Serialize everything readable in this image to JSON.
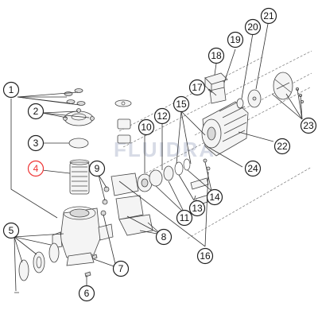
{
  "watermark": "FLUIDRA",
  "callouts": [
    {
      "label": "1"
    },
    {
      "label": "2"
    },
    {
      "label": "3"
    },
    {
      "label": "4"
    },
    {
      "label": "5"
    },
    {
      "label": "6"
    },
    {
      "label": "7"
    },
    {
      "label": "8"
    },
    {
      "label": "9"
    },
    {
      "label": "10"
    },
    {
      "label": "11"
    },
    {
      "label": "12"
    },
    {
      "label": "13"
    },
    {
      "label": "14"
    },
    {
      "label": "15"
    },
    {
      "label": "16"
    },
    {
      "label": "17"
    },
    {
      "label": "18"
    },
    {
      "label": "19"
    },
    {
      "label": "20"
    },
    {
      "label": "21"
    },
    {
      "label": "22"
    },
    {
      "label": "23"
    },
    {
      "label": "24"
    }
  ],
  "highlight_color": "#e33333"
}
